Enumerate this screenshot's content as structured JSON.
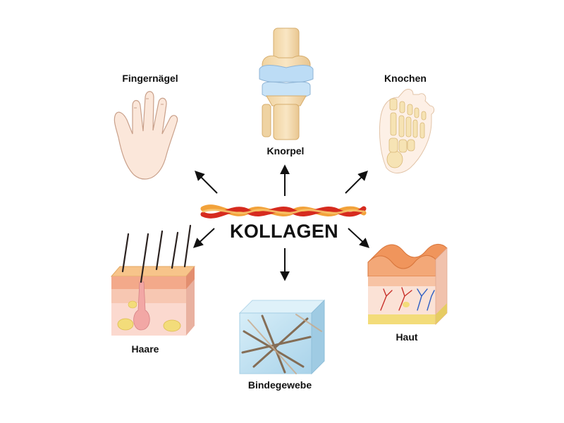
{
  "center": {
    "title": "KOLLAGEN"
  },
  "nodes": {
    "fingernails": "Fingernägel",
    "cartilage": "Knorpel",
    "bone": "Knochen",
    "hair": "Haare",
    "connective_tissue": "Bindegewebe",
    "skin": "Haut"
  },
  "colors": {
    "arrow": "#111111",
    "fiber_red": "#d62b1f",
    "fiber_orange": "#f2a23a",
    "skin_tone": "#f7d9c4",
    "bone_tone": "#f4dcae",
    "cartilage_blue": "#bfdcf5",
    "tissue_blue": "#c9e6f2",
    "fat_yellow": "#f3dc7a"
  },
  "icons": [
    "hand-icon",
    "knee-joint-icon",
    "foot-bones-icon",
    "hair-follicle-icon",
    "connective-tissue-cube-icon",
    "skin-cross-section-icon",
    "collagen-fiber-icon"
  ]
}
